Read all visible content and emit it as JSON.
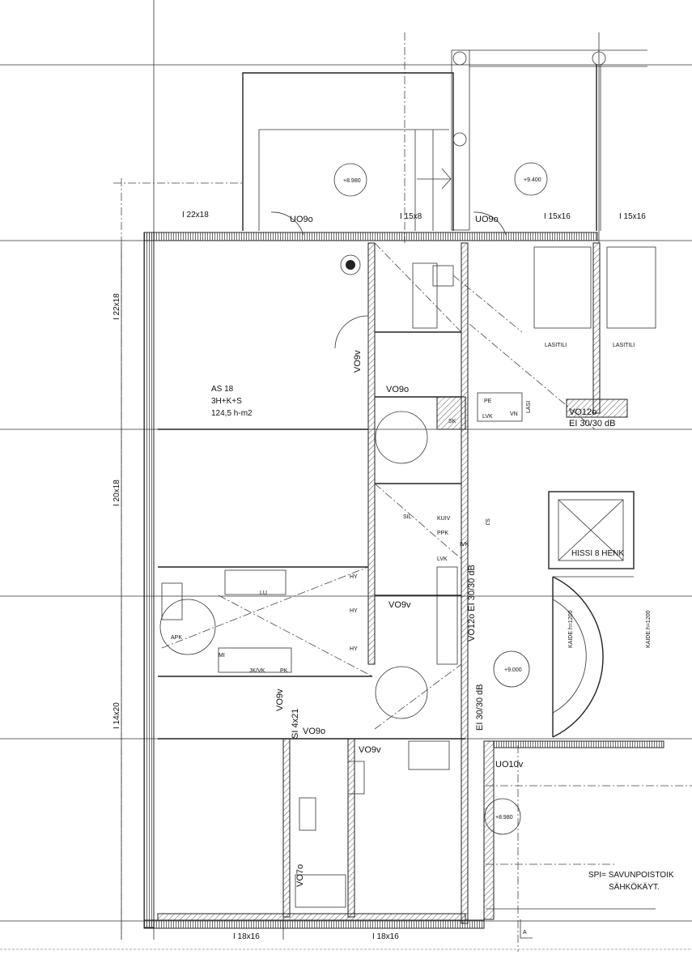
{
  "plan": {
    "apartment": {
      "id": "AS 18",
      "type": "3H+K+S",
      "area": "124,5 h-m2"
    },
    "beams": {
      "b1": "I 22x18",
      "b2": "I 15x8",
      "b3": "I 15x16",
      "b4": "I 15x16",
      "b5": "I 18x16",
      "b6": "I 18x16",
      "v1": "I 22x18",
      "v2": "I 20x18",
      "v3": "I 14x20"
    },
    "doors": {
      "d1": "UO9o",
      "d2": "UO9o",
      "d3": "VO9v",
      "d4": "VO9o",
      "d5": "VO12o",
      "d6": "VO9v",
      "d7": "VO12o EI 30/30 dB",
      "d8": "VO9v",
      "d9": "VO9o",
      "d10": "VO9v",
      "d11": "UO10v",
      "d12": "VO7o",
      "fire1": "EI 30/30 dB",
      "fire2": "EI 30/30 dB",
      "wall_si": "SI 4x21"
    },
    "levels": {
      "l1": "+8.980",
      "l2": "+9.400",
      "l3": "+9.000",
      "l4": "+8.980"
    },
    "rooms": {
      "glass1": "LASITILI",
      "glass2": "LASITILI",
      "lift": "HISSI 8 HENK",
      "rail1": "KAIDE h=1200",
      "rail2": "KAIDE h=1200"
    },
    "fixtures": {
      "sk": "SK",
      "pe": "PE",
      "lvk": "LVK",
      "vn": "VN",
      "lasi": "LASI",
      "sil": "SIL",
      "kuiv": "KUIV",
      "ppk": "PPK",
      "ivk": "IVK",
      "lvk2": "LVK",
      "lu": "LU",
      "hy1": "HY",
      "hy2": "HY",
      "hy3": "HY",
      "apk": "APK",
      "mi": "MI",
      "jkvk": "JK/VK",
      "pk": "PK",
      "sj": "SJ"
    },
    "note": {
      "line1": "SPI= SAVUNPOISTOIK",
      "line2": "SÄHKÖKÄYT."
    },
    "north_mark": "A"
  }
}
